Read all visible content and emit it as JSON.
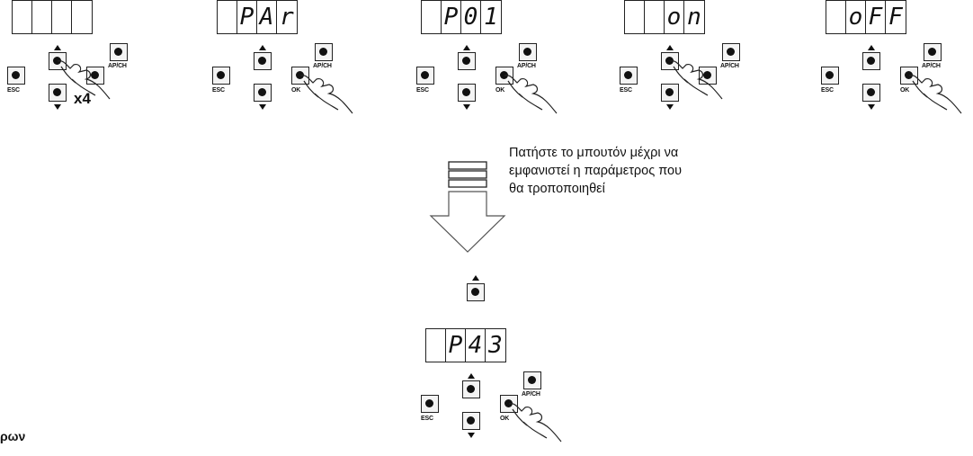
{
  "panels": [
    {
      "display": [
        "",
        "",
        "",
        ""
      ],
      "labels": {
        "esc": "ESC",
        "apch": "AP/CH",
        "ok": ""
      },
      "press": "up",
      "multiplier": "x4"
    },
    {
      "display": [
        "",
        "P",
        "A",
        "r"
      ],
      "labels": {
        "esc": "ESC",
        "apch": "AP/CH",
        "ok": "OK"
      },
      "press": "ok",
      "multiplier": ""
    },
    {
      "display": [
        "",
        "P",
        "0",
        "1"
      ],
      "labels": {
        "esc": "ESC",
        "apch": "AP/CH",
        "ok": "OK"
      },
      "press": "ok",
      "multiplier": ""
    },
    {
      "display": [
        "",
        "",
        "o",
        "n"
      ],
      "labels": {
        "esc": "ESC",
        "apch": "AP/CH",
        "ok": ""
      },
      "press": "up",
      "multiplier": ""
    },
    {
      "display": [
        "",
        "o",
        "F",
        "F"
      ],
      "labels": {
        "esc": "ESC",
        "apch": "AP/CH",
        "ok": "OK"
      },
      "press": "ok",
      "multiplier": ""
    }
  ],
  "note": {
    "line1": "Πατήστε το μπουτόν μέχρι να",
    "line2": "εμφανιστεί η παράμετρος που",
    "line3": "θα τροποποιηθεί"
  },
  "bottom_panel": {
    "display": [
      "",
      "P",
      "4",
      "3"
    ],
    "labels": {
      "esc": "ESC",
      "apch": "AP/CH",
      "ok": "OK"
    },
    "press": "ok"
  },
  "bottom_text": "ρων"
}
